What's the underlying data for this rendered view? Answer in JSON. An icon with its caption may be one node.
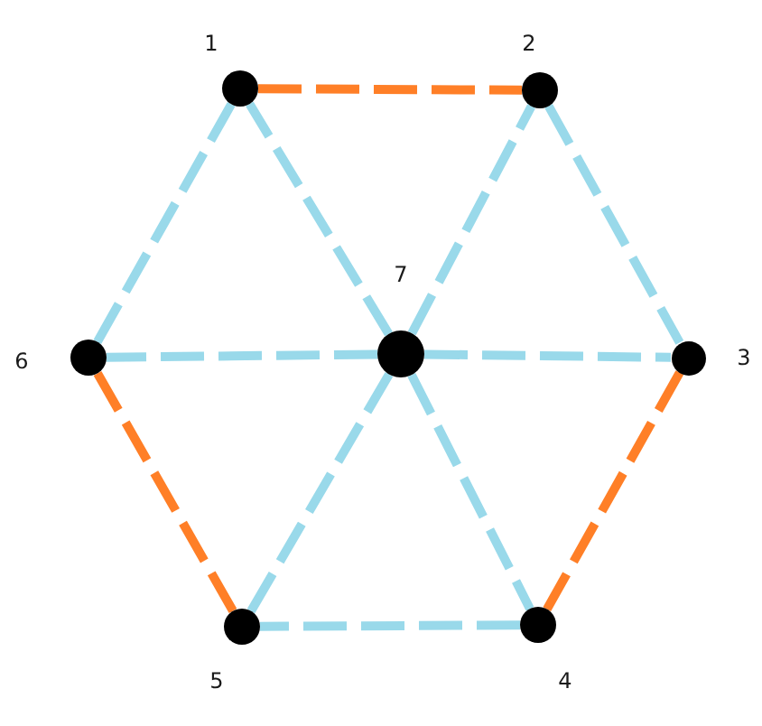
{
  "diagram": {
    "nodes": [
      {
        "text": [],
        "shape": "circle",
        "beside": [
          "1"
        ]
      },
      {
        "text": [],
        "shape": "circle",
        "beside": [
          "2"
        ]
      },
      {
        "text": [],
        "shape": "circle",
        "beside": [
          "3"
        ]
      },
      {
        "text": [],
        "shape": "circle",
        "beside": [
          "4"
        ]
      },
      {
        "text": [],
        "shape": "circle",
        "beside": [
          "5"
        ]
      },
      {
        "text": [],
        "shape": "circle",
        "beside": [
          "6"
        ]
      },
      {
        "text": [],
        "shape": "circle",
        "beside": [
          "7"
        ]
      }
    ],
    "edges": [
      {
        "from": 0,
        "to": 1,
        "arrow": "none",
        "style": "dashed",
        "color": "#ff7f27"
      },
      {
        "from": 1,
        "to": 2,
        "arrow": "none",
        "style": "dashed"
      },
      {
        "from": 2,
        "to": 3,
        "arrow": "none",
        "style": "dashed",
        "color": "#ff7f27"
      },
      {
        "from": 3,
        "to": 4,
        "arrow": "none",
        "style": "dashed"
      },
      {
        "from": 4,
        "to": 5,
        "arrow": "none",
        "style": "dashed",
        "color": "#ff7f27"
      },
      {
        "from": 5,
        "to": 0,
        "arrow": "none",
        "style": "dashed"
      },
      {
        "from": 6,
        "to": 0,
        "arrow": "none",
        "style": "dashed"
      },
      {
        "from": 6,
        "to": 1,
        "arrow": "none",
        "style": "dashed"
      },
      {
        "from": 6,
        "to": 2,
        "arrow": "none",
        "style": "dashed"
      },
      {
        "from": 6,
        "to": 3,
        "arrow": "none",
        "style": "dashed"
      },
      {
        "from": 6,
        "to": 4,
        "arrow": "none",
        "style": "dashed"
      },
      {
        "from": 6,
        "to": 5,
        "arrow": "none",
        "style": "dashed"
      }
    ]
  }
}
